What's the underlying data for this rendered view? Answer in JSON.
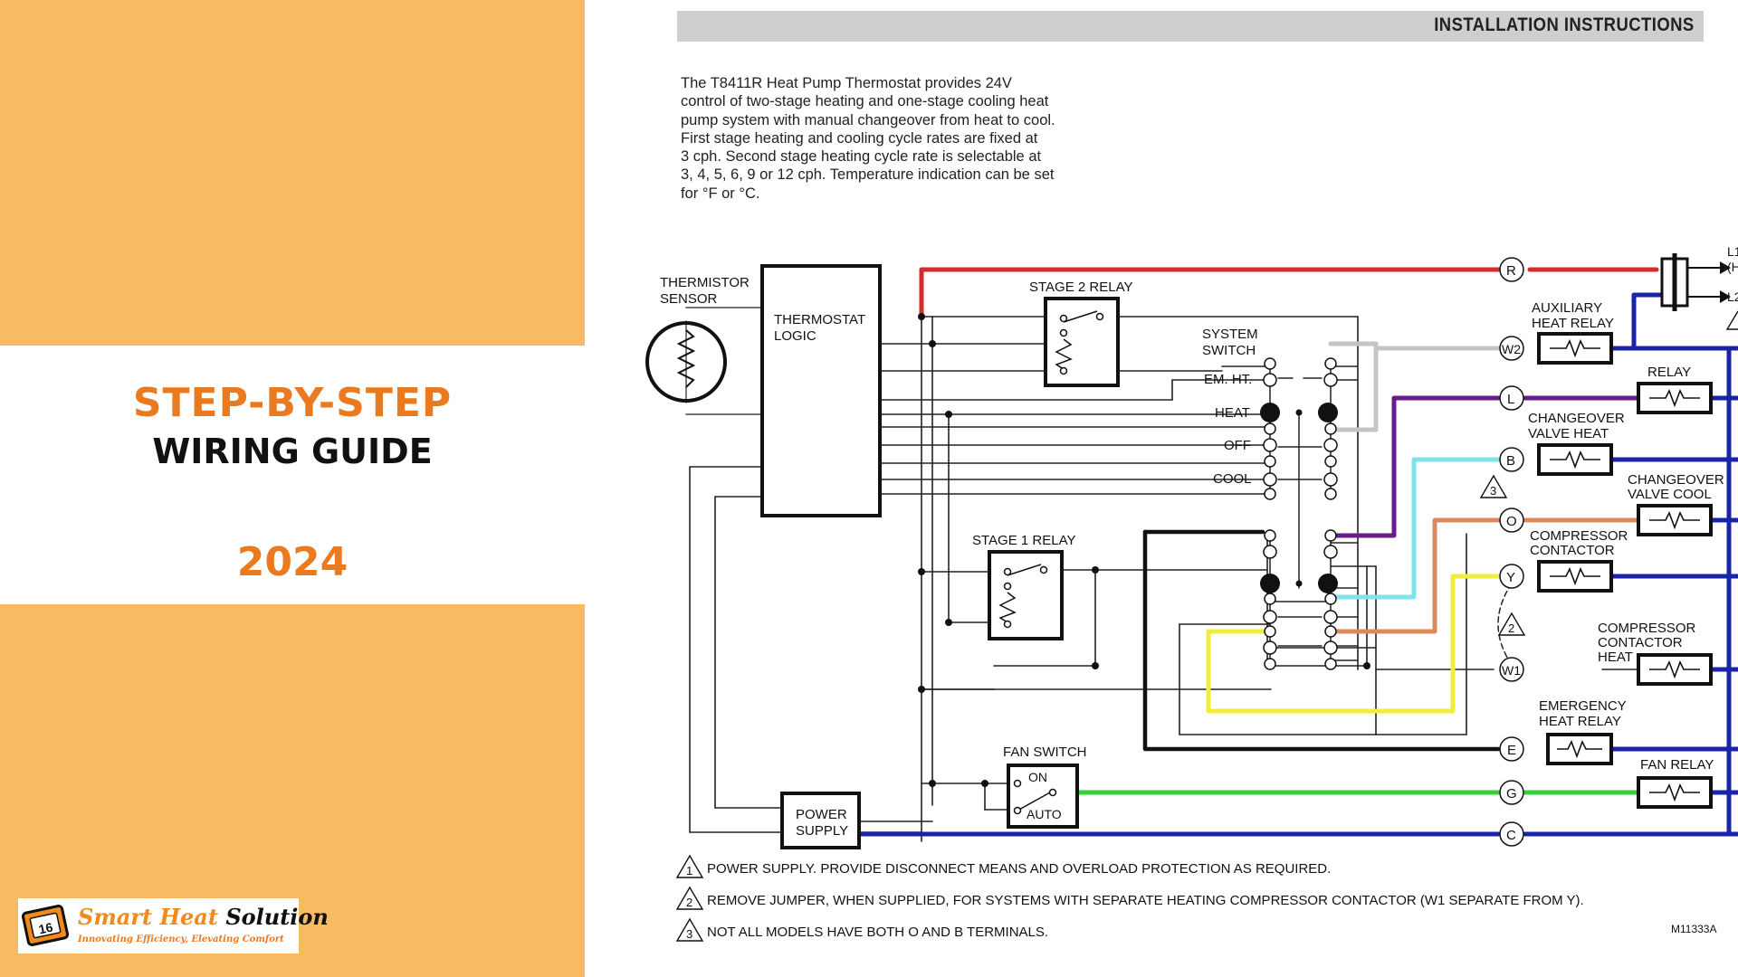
{
  "banner": {
    "line1": "STEP-BY-STEP",
    "line2": "WIRING GUIDE",
    "year": "2024",
    "colors": {
      "background": "#f9bb62",
      "accent": "#e97a1f",
      "band": "#ffffff"
    }
  },
  "logo": {
    "icon": "thermostat-icon",
    "icon_text": "16",
    "name_part1": "Smart Heat",
    "name_part2": "Solution",
    "tagline": "Innovating Efficiency, Elevating Comfort"
  },
  "header": {
    "title": "INSTALLATION INSTRUCTIONS"
  },
  "intro": {
    "lines": [
      "The T8411R Heat Pump Thermostat provides 24V",
      "control of two-stage heating and one-stage cooling heat",
      "pump system with manual changeover from heat to cool.",
      "First stage heating and cooling cycle rates are fixed at",
      "3 cph. Second stage heating cycle rate is selectable at",
      "3, 4, 5, 6, 9 or 12 cph. Temperature indication can be set",
      "for °F or °C."
    ]
  },
  "diagram": {
    "thermistor": [
      "THERMISTOR",
      "SENSOR"
    ],
    "logic": [
      "THERMOSTAT",
      "LOGIC"
    ],
    "stage2": "STAGE 2 RELAY",
    "stage1": "STAGE 1 RELAY",
    "system_switch": [
      "SYSTEM",
      "SWITCH"
    ],
    "switch_positions": [
      "EM. HT.",
      "HEAT",
      "OFF",
      "COOL"
    ],
    "fan_switch": "FAN SWITCH",
    "fan_on": "ON",
    "fan_auto": "AUTO",
    "power_supply": [
      "POWER",
      "SUPPLY"
    ],
    "terminals": [
      "R",
      "W2",
      "L",
      "B",
      "O",
      "Y",
      "W1",
      "E",
      "G",
      "C"
    ],
    "relays": {
      "aux": [
        "AUXILIARY",
        "HEAT RELAY"
      ],
      "relay": "RELAY",
      "cov_heat": [
        "CHANGEOVER",
        "VALVE HEAT"
      ],
      "cov_cool": [
        "CHANGEOVER",
        "VALVE COOL"
      ],
      "comp": [
        "COMPRESSOR",
        "CONTACTOR"
      ],
      "comp_heat": [
        "COMPRESSOR",
        "CONTACTOR",
        "HEAT"
      ],
      "em": [
        "EMERGENCY",
        "HEAT RELAY"
      ],
      "fan": "FAN RELAY"
    },
    "power_labels": [
      "L1",
      "(H",
      "L2"
    ],
    "warn_marks": [
      "3",
      "2"
    ],
    "notes": [
      {
        "num": "1",
        "text": "POWER SUPPLY. PROVIDE DISCONNECT MEANS AND OVERLOAD PROTECTION AS REQUIRED."
      },
      {
        "num": "2",
        "text": "REMOVE JUMPER, WHEN SUPPLIED, FOR SYSTEMS WITH SEPARATE HEATING COMPRESSOR CONTACTOR (W1 SEPARATE FROM Y)."
      },
      {
        "num": "3",
        "text": "NOT ALL MODELS HAVE BOTH O AND B TERMINALS."
      }
    ],
    "figure_id": "M11333A",
    "wire_colors": {
      "red": "#d42b2b",
      "blue": "#1a24a8",
      "gray": "#c4c4c4",
      "purple": "#6a1a8a",
      "cyan": "#7fe3ea",
      "orange": "#db8a5e",
      "yellow": "#f2ec3a",
      "green": "#35d135",
      "black": "#111111"
    }
  }
}
